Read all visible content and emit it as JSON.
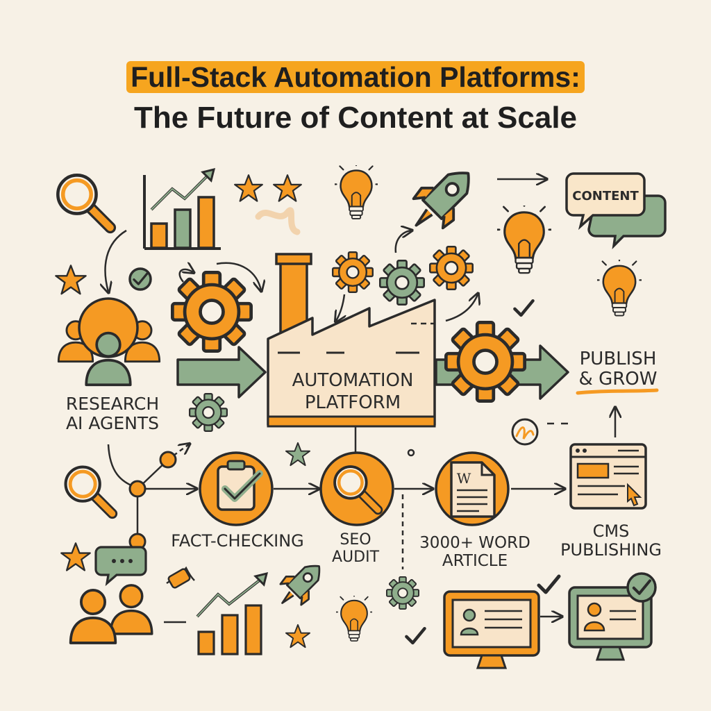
{
  "title": {
    "line1": "Full-Stack Automation Platforms:",
    "line2": "The Future of Content at Scale"
  },
  "nodes": {
    "research": {
      "line1": "RESEARCH",
      "line2": "AI AGENTS"
    },
    "platform": {
      "line1": "AUTOMATION",
      "line2": "PLATFORM"
    },
    "publish": {
      "line1": "PUBLISH",
      "line2": "& GROW"
    },
    "content_bubble": "CONTENT",
    "fact_checking": "FACT-CHECKING",
    "seo_audit": {
      "line1": "SEO",
      "line2": "AUDIT"
    },
    "article": {
      "line1": "3000+ WORD",
      "line2": "ARTICLE"
    },
    "cms": {
      "line1": "CMS",
      "line2": "PUBLISHING"
    },
    "document_letter": "W"
  },
  "colors": {
    "orange": "#f59a23",
    "green": "#8fae8c",
    "outline": "#2b2b2b",
    "cream": "#f7f1e6",
    "factory_fill": "#f8e4c9"
  },
  "icons": [
    "magnifier-icon",
    "bar-chart-icon",
    "star-icon",
    "lightbulb-icon",
    "rocket-icon",
    "gear-icon",
    "factory-icon",
    "people-icon",
    "checklist-icon",
    "document-icon",
    "browser-window-icon",
    "monitor-icon",
    "speech-bubble-icon",
    "check-icon",
    "dna-icon"
  ]
}
